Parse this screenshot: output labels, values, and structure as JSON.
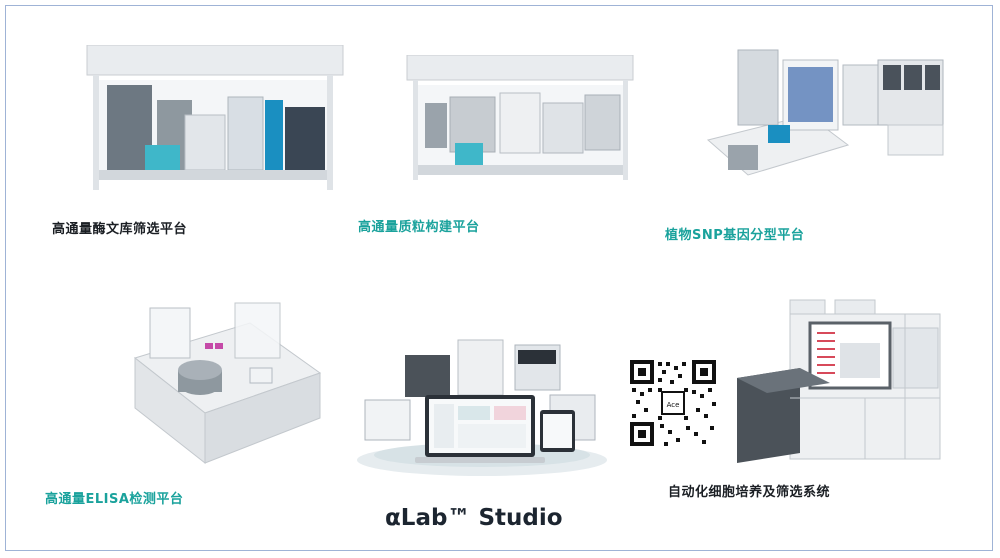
{
  "colors": {
    "teal": "#1a9e99",
    "dark": "#1b1f24",
    "caption_teal": "#1aa29c"
  },
  "panels": [
    {
      "id": "enzyme-library",
      "caption": "高通量酶文库筛选平台",
      "style": "dark"
    },
    {
      "id": "plasmid",
      "caption": "高通量质粒构建平台",
      "style": "teal"
    },
    {
      "id": "snp",
      "caption": "植物SNP基因分型平台",
      "style": "teal"
    },
    {
      "id": "elisa",
      "caption": "高通量ELISA检测平台",
      "style": "teal"
    },
    {
      "id": "studio",
      "caption": "αLab™ Studio",
      "style": "dark"
    },
    {
      "id": "cell-culture",
      "caption": "自动化细胞培养及筛选系统",
      "style": "dark"
    }
  ],
  "qr": {
    "center_text": "Ace"
  }
}
